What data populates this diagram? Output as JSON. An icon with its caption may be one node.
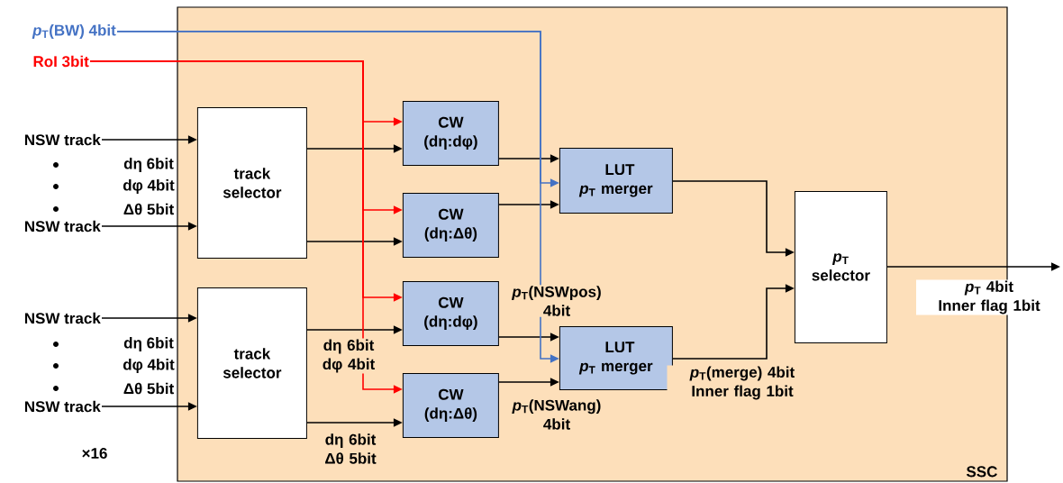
{
  "diagram": {
    "nodes": [
      {
        "text": [
          "SSC"
        ]
      },
      {
        "text": [
          "*p*$_{T}$(BW) 4bit"
        ]
      },
      {
        "text": [
          "RoI 3bit"
        ]
      },
      {
        "text": [
          "NSW track"
        ]
      },
      {
        "text": [
          "NSW track"
        ]
      },
      {
        "text": [
          "track selector"
        ],
        "in": 0
      },
      {
        "text": [
          "CW (dη:dφ)"
        ],
        "in": 0
      },
      {
        "text": [
          "CW (dη:Δθ)"
        ],
        "in": 0
      },
      {
        "text": [
          "LUT *p*$_{T}$ merger"
        ],
        "in": 0
      },
      {
        "text": [
          "NSW track"
        ]
      },
      {
        "text": [
          "NSW track"
        ]
      },
      {
        "text": [
          "track selector"
        ],
        "in": 0
      },
      {
        "text": [
          "CW (dη:dφ)"
        ],
        "in": 0
      },
      {
        "text": [
          "CW (dη:Δθ)"
        ],
        "in": 0
      },
      {
        "text": [
          "LUT *p*$_{T}$ merger"
        ],
        "in": 0
      },
      {
        "text": [
          "*p*$_{T}$ selector"
        ],
        "in": 0
      }
    ],
    "edges": [
      {
        "from": 3,
        "to": 5,
        "arrow": "to"
      },
      {
        "from": 4,
        "to": 5,
        "arrow": "to"
      },
      {
        "from": 5,
        "to": 6,
        "arrow": "to"
      },
      {
        "from": 5,
        "to": 7,
        "arrow": "to"
      },
      {
        "from": 6,
        "to": 8,
        "arrow": "to"
      },
      {
        "from": 7,
        "to": 8,
        "arrow": "to"
      },
      {
        "from": 8,
        "to": 15,
        "arrow": "to"
      },
      {
        "from": 9,
        "to": 11,
        "arrow": "to"
      },
      {
        "from": 10,
        "to": 11,
        "arrow": "to"
      },
      {
        "from": 11,
        "to": 12,
        "arrow": "to",
        "label": "dη 6bit dφ 4bit"
      },
      {
        "from": 11,
        "to": 13,
        "arrow": "to",
        "label": "dη 6bit Δθ 5bit"
      },
      {
        "from": 12,
        "to": 14,
        "arrow": "to",
        "label": "*p*$_{T}$(NSWpos) 4bit"
      },
      {
        "from": 13,
        "to": 14,
        "arrow": "to",
        "label": "*p*$_{T}$(NSWang) 4bit"
      },
      {
        "from": 14,
        "to": 15,
        "arrow": "to",
        "label": "*p*$_{T}$(merge) 4bit Inner flag 1bit"
      },
      {
        "from": 15,
        "to": null,
        "arrow": "to",
        "label": "*p*$_{T}$ 4bit Inner flag 1bit"
      },
      {
        "from": 2,
        "to": 6,
        "arrow": "to",
        "color": "#ff0000"
      },
      {
        "from": 2,
        "to": 7,
        "arrow": "to",
        "color": "#ff0000"
      },
      {
        "from": 2,
        "to": 12,
        "arrow": "to",
        "color": "#ff0000"
      },
      {
        "from": 2,
        "to": 13,
        "arrow": "to",
        "color": "#ff0000"
      },
      {
        "from": 1,
        "to": 8,
        "arrow": "to",
        "color": "#4472c4"
      },
      {
        "from": 1,
        "to": 14,
        "arrow": "to",
        "color": "#4472c4"
      }
    ],
    "labels": [
      "dη 6bit",
      "dφ 4bit",
      "Δθ 5bit",
      "dη 6bit",
      "dφ 4bit",
      "Δθ 5bit",
      "×16"
    ]
  }
}
